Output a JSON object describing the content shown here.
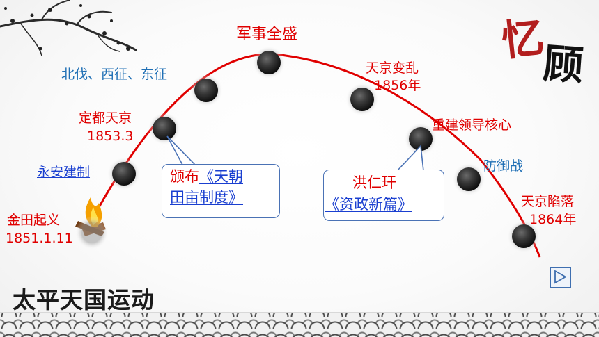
{
  "title": "太平天国运动",
  "corner_calligraphy": {
    "char1": "忆",
    "char2": "顾"
  },
  "events": {
    "jintian": {
      "name": "金田起义",
      "date": "1851.1.11"
    },
    "yongan": {
      "name": "永安建制"
    },
    "dingdu": {
      "name": "定都天京",
      "date": "1853.3"
    },
    "beifa": {
      "name": "北伐、西征、东征"
    },
    "junshi": {
      "name": "军事全盛"
    },
    "bianluan": {
      "name": "天京变乱",
      "date": "1856年"
    },
    "chongjian": {
      "name": "重建领导核心"
    },
    "fangyu": {
      "name": "防御战"
    },
    "xianluo": {
      "name": "天京陷落",
      "date": "1864年"
    }
  },
  "callout_left": {
    "prefix": "颁布",
    "link_line1": "《天朝",
    "link_line2": "田亩制度》"
  },
  "callout_right": {
    "person": "洪仁玕",
    "link": "《资政新篇》"
  },
  "nav": {
    "next_icon": "play-triangle-icon"
  },
  "colors": {
    "curve": "#e00000",
    "red_text": "#e00000",
    "blue_text": "#1f6fb5",
    "link": "#1a3fd0",
    "callout_border": "#4a72b5"
  }
}
